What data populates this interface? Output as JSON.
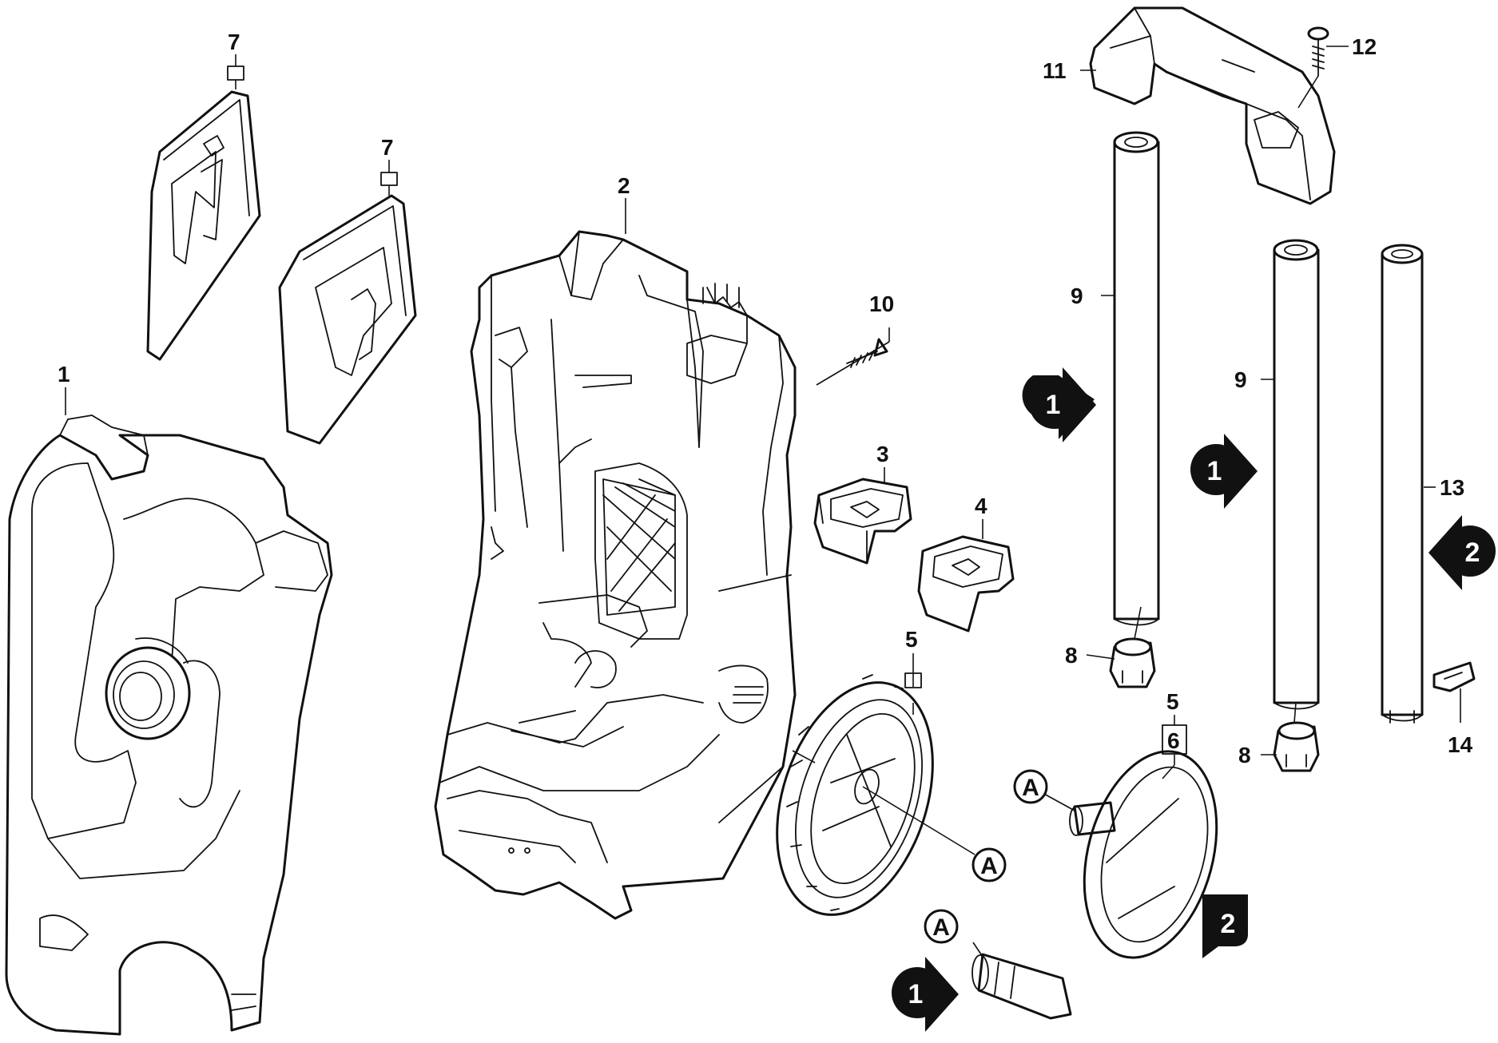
{
  "callouts": {
    "c1": "1",
    "c2": "2",
    "c3": "3",
    "c4": "4",
    "c5a": "5",
    "c5b": "5",
    "c6": "6",
    "c7a": "7",
    "c7b": "7",
    "c8a": "8",
    "c8b": "8",
    "c9a": "9",
    "c9b": "9",
    "c10": "10",
    "c11": "11",
    "c12": "12",
    "c13": "13",
    "c14": "14"
  },
  "markers": {
    "a1": "A",
    "a2": "A",
    "a3": "A"
  },
  "badges": {
    "b1_top": "1",
    "b1_mid": "1",
    "b1_bottom": "1",
    "b2_side": "2",
    "b2_bottom": "2"
  }
}
